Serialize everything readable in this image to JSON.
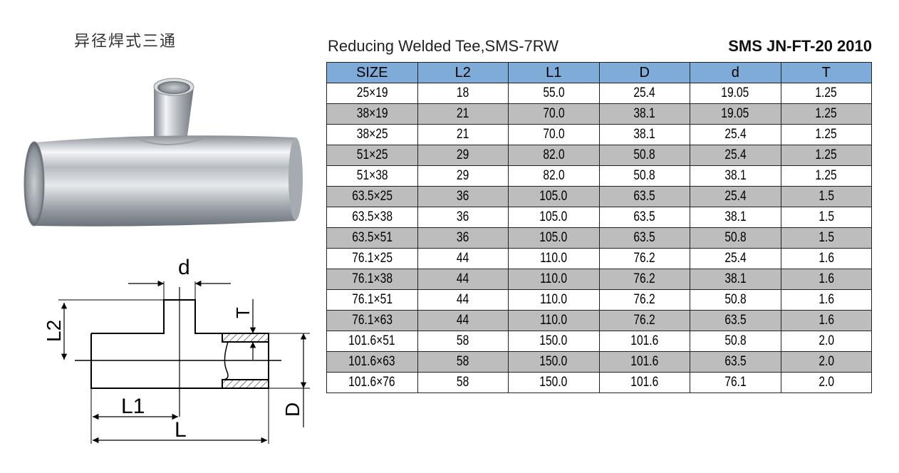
{
  "cn_title": "异径焊式三通",
  "table_title": "Reducing Welded Tee,SMS-7RW",
  "standard_code": "SMS JN-FT-20 2010",
  "columns": [
    "SIZE",
    "L2",
    "L1",
    "D",
    "d",
    "T"
  ],
  "rows": [
    [
      "25×19",
      "18",
      "55.0",
      "25.4",
      "19.05",
      "1.25"
    ],
    [
      "38×19",
      "21",
      "70.0",
      "38.1",
      "19.05",
      "1.25"
    ],
    [
      "38×25",
      "21",
      "70.0",
      "38.1",
      "25.4",
      "1.25"
    ],
    [
      "51×25",
      "29",
      "82.0",
      "50.8",
      "25.4",
      "1.25"
    ],
    [
      "51×38",
      "29",
      "82.0",
      "50.8",
      "38.1",
      "1.25"
    ],
    [
      "63.5×25",
      "36",
      "105.0",
      "63.5",
      "25.4",
      "1.5"
    ],
    [
      "63.5×38",
      "36",
      "105.0",
      "63.5",
      "38.1",
      "1.5"
    ],
    [
      "63.5×51",
      "36",
      "105.0",
      "63.5",
      "50.8",
      "1.5"
    ],
    [
      "76.1×25",
      "44",
      "110.0",
      "76.2",
      "25.4",
      "1.6"
    ],
    [
      "76.1×38",
      "44",
      "110.0",
      "76.2",
      "38.1",
      "1.6"
    ],
    [
      "76.1×51",
      "44",
      "110.0",
      "76.2",
      "50.8",
      "1.6"
    ],
    [
      "76.1×63",
      "44",
      "110.0",
      "76.2",
      "63.5",
      "1.6"
    ],
    [
      "101.6×51",
      "58",
      "150.0",
      "101.6",
      "50.8",
      "2.0"
    ],
    [
      "101.6×63",
      "58",
      "150.0",
      "101.6",
      "63.5",
      "2.0"
    ],
    [
      "101.6×76",
      "58",
      "150.0",
      "101.6",
      "76.1",
      "2.0"
    ]
  ],
  "drawing_labels": {
    "d": "d",
    "L2": "L2",
    "T": "T",
    "D": "D",
    "L1": "L1",
    "L": "L"
  },
  "colors": {
    "header_bg": "#7eabd7",
    "alt_row_bg": "#bdbdbd"
  }
}
